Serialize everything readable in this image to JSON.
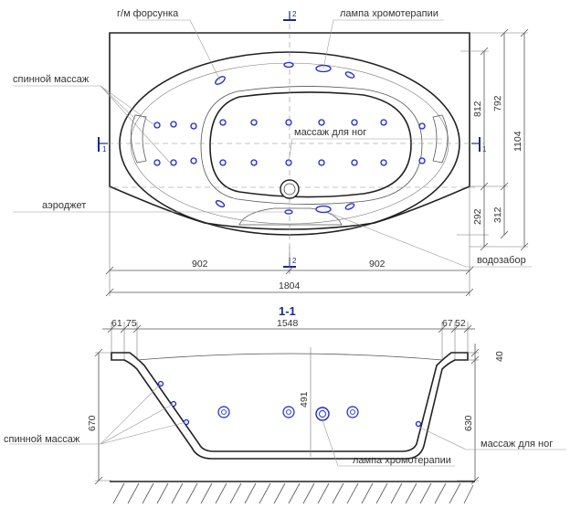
{
  "labels": {
    "nozzle": "г/м форсунка",
    "chromo_lamp": "лампа хромотерапии",
    "back_massage": "спинной массаж",
    "foot_massage": "массаж для ног",
    "aerojet": "аэроджет",
    "water_intake": "водозабор"
  },
  "section": {
    "title": "1-1",
    "marker_one": "1",
    "marker_two": "2"
  },
  "dimensions": {
    "top": {
      "half_left": "902",
      "half_right": "902",
      "length": "1804",
      "side_812": "812",
      "side_792": "792",
      "side_292": "292",
      "side_312": "312",
      "width": "1104"
    },
    "section": {
      "left_61": "61",
      "left_75": "75",
      "inner_length": "1548",
      "right_67": "67",
      "right_52": "52",
      "height_670": "670",
      "depth_491": "491",
      "depth_630": "630",
      "rim_40": "40"
    }
  },
  "colors": {
    "jet": "#1d2bc8",
    "marker": "#1d2a8c"
  }
}
